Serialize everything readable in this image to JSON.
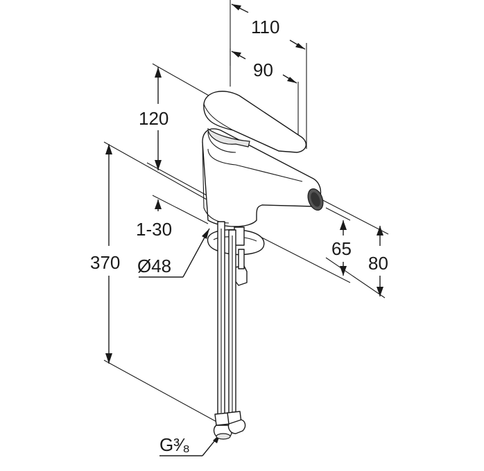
{
  "drawing": {
    "dimensions": {
      "width_total": "110",
      "width_spout": "90",
      "height_lever": "120",
      "height_total": "370",
      "deck_thickness": "1-30",
      "base_diameter": "Ø48",
      "spout_height": "65",
      "spout_top_height": "80",
      "connection_thread": "G³⁄₈"
    }
  }
}
